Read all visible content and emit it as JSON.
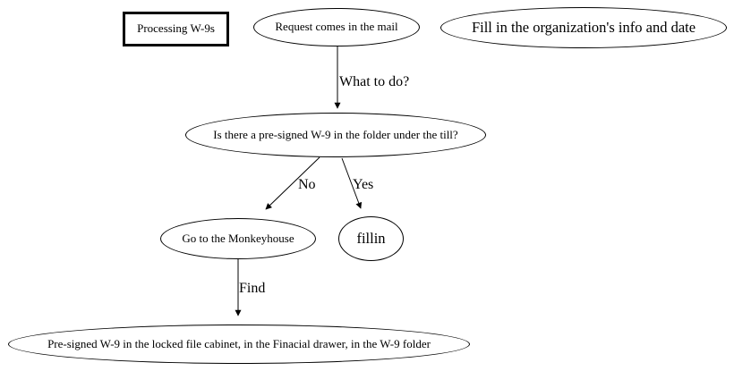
{
  "diagram": {
    "type": "flowchart",
    "title": "Processing W-9s",
    "colors": {
      "stroke": "#000000",
      "node_fill": "#ffffff",
      "text": "#000000",
      "background": "#ffffff"
    },
    "nodes": {
      "processing": {
        "label": "Processing W-9s",
        "shape": "rectangle"
      },
      "request": {
        "label": "Request comes in the mail",
        "shape": "ellipse"
      },
      "org_info": {
        "label": "Fill in the organization's info and date",
        "shape": "ellipse"
      },
      "question": {
        "label": "Is there a pre-signed W-9 in the folder under the till?",
        "shape": "ellipse"
      },
      "monkeyhouse": {
        "label": "Go to the Monkeyhouse",
        "shape": "ellipse"
      },
      "fillin": {
        "label": "fillin",
        "shape": "ellipse"
      },
      "location": {
        "label": "Pre-signed W-9 in the locked file cabinet, in the Finacial drawer, in the W-9 folder",
        "shape": "ellipse"
      }
    },
    "edges": {
      "request_to_question": {
        "from": "request",
        "to": "question",
        "label": "What to do?"
      },
      "question_to_monkeyhouse": {
        "from": "question",
        "to": "monkeyhouse",
        "label": "No"
      },
      "question_to_fillin": {
        "from": "question",
        "to": "fillin",
        "label": "Yes"
      },
      "monkeyhouse_to_location": {
        "from": "monkeyhouse",
        "to": "location",
        "label": "Find"
      }
    }
  }
}
